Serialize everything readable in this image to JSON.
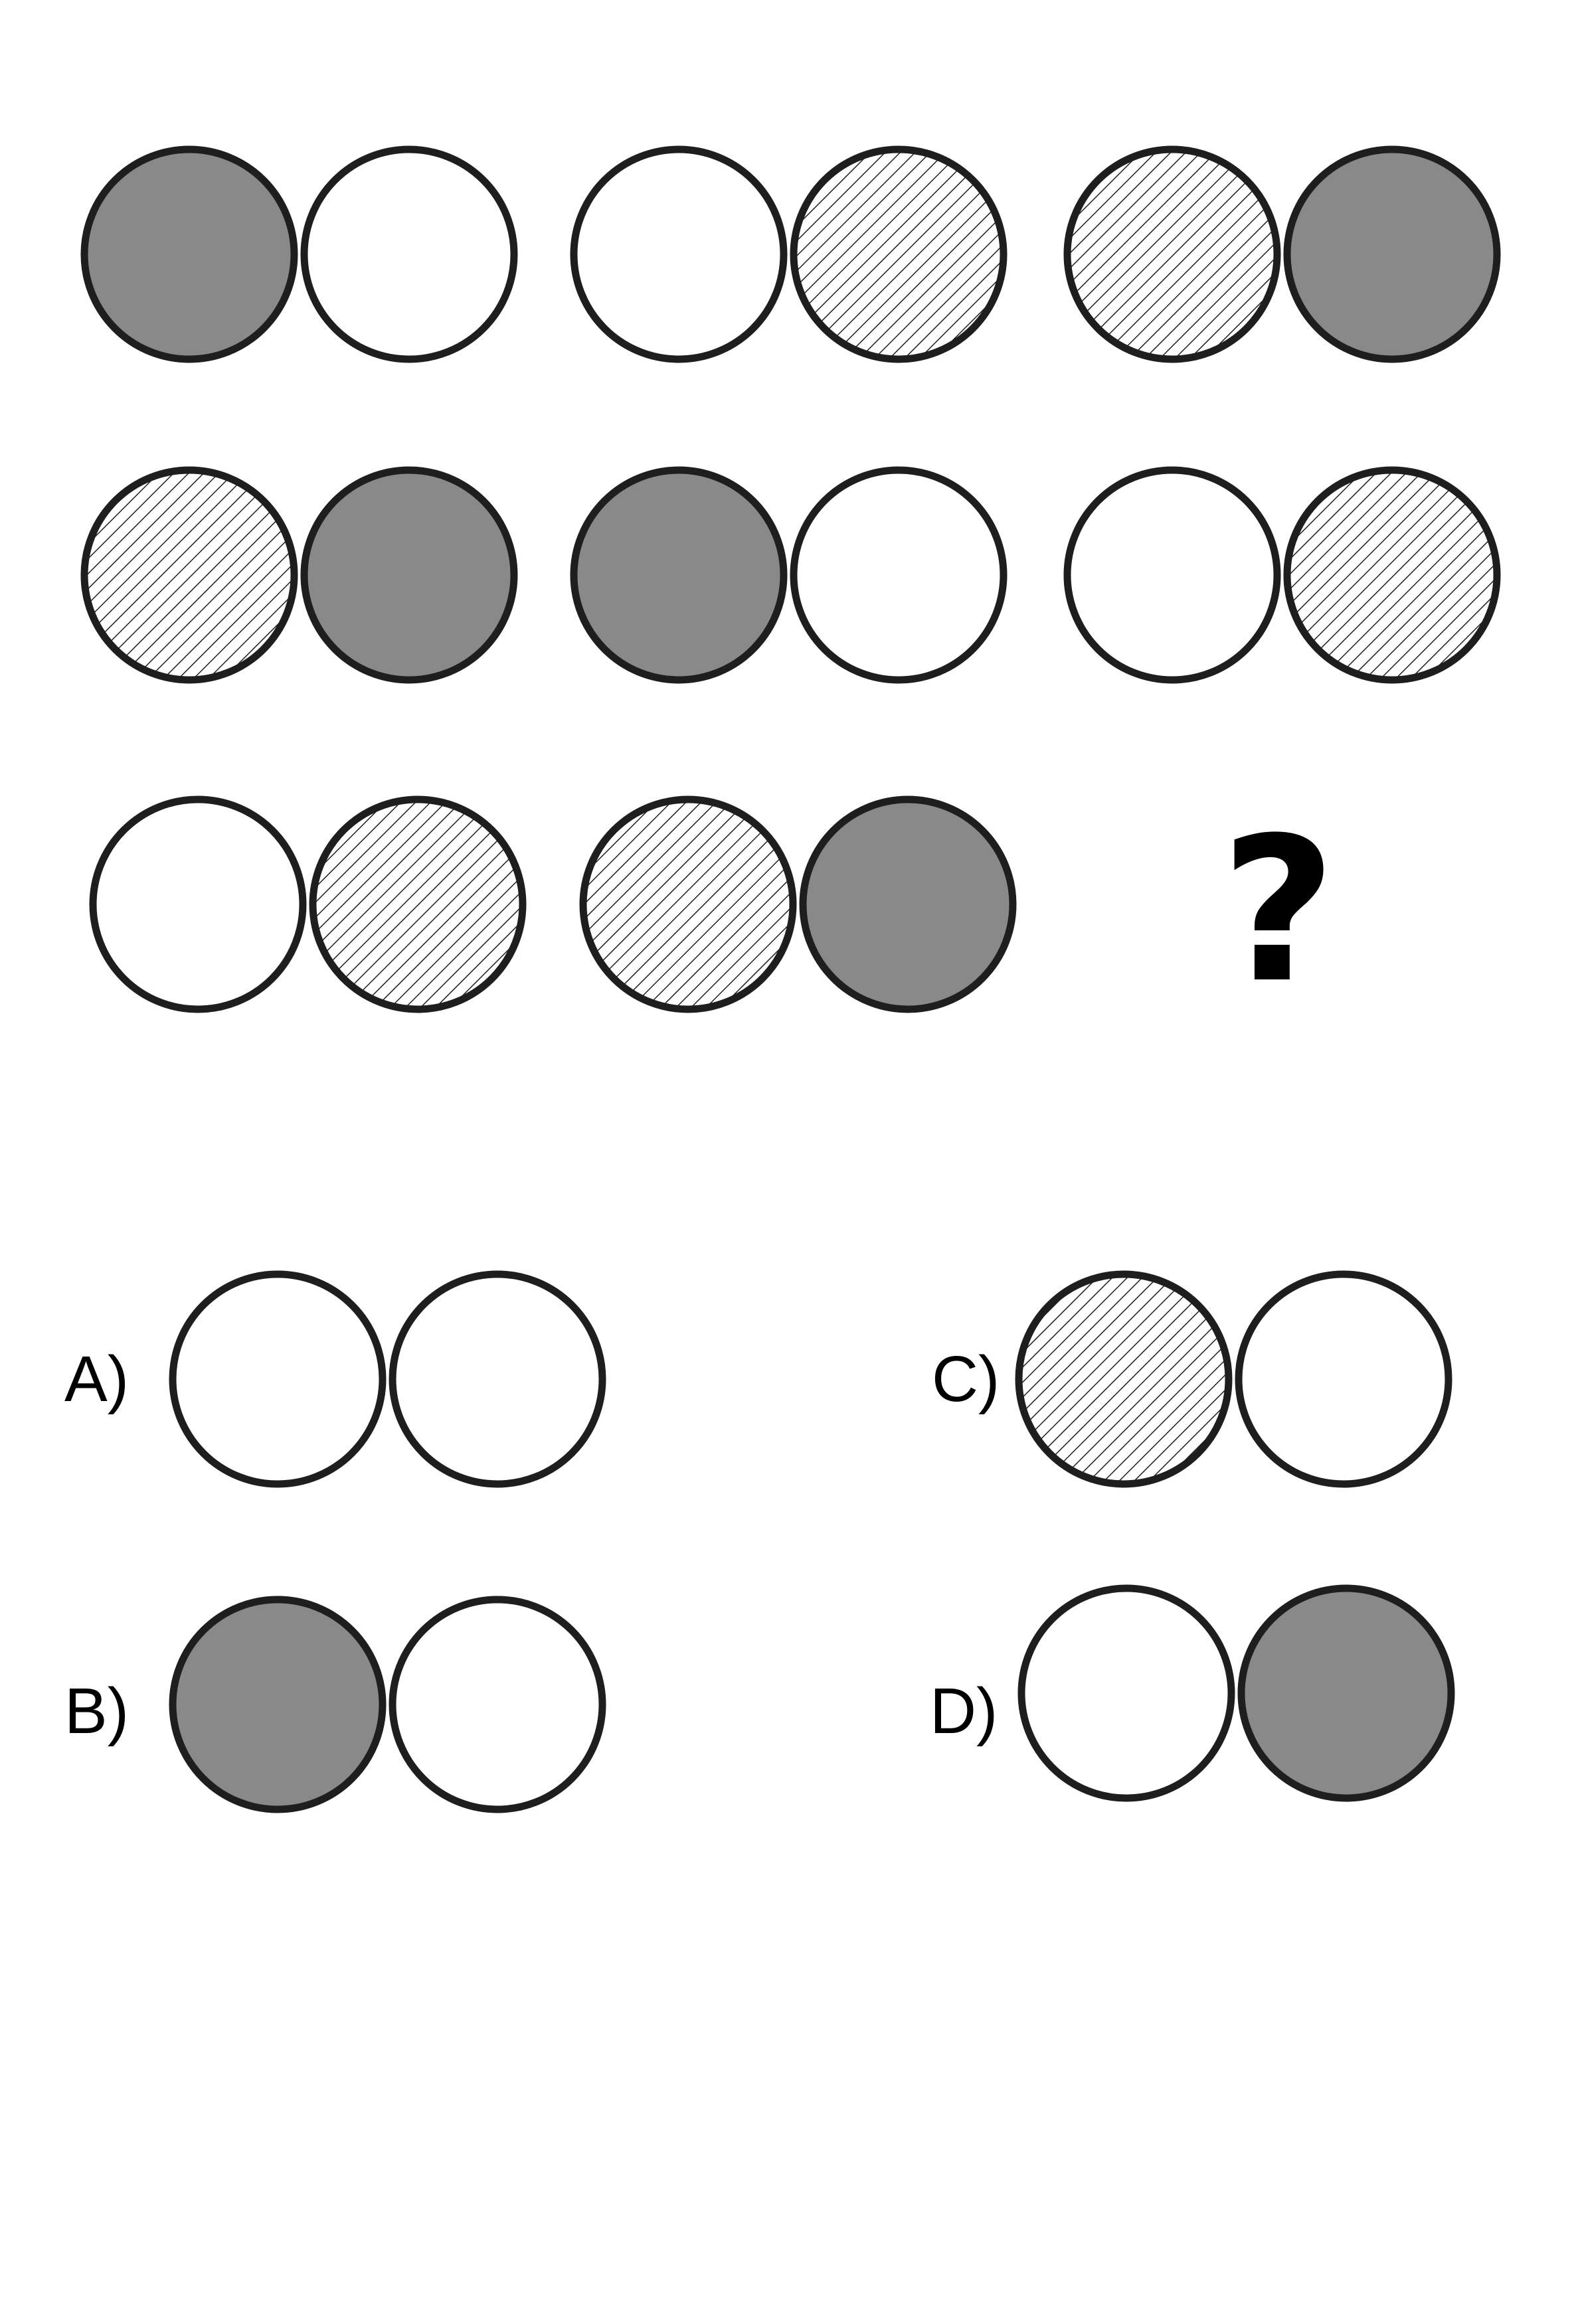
{
  "colors": {
    "background": "#ffffff",
    "outline": "#1e1e1e",
    "solid_fill": "#898989",
    "empty_fill": "#ffffff",
    "hatch_line": "#1e1e1e"
  },
  "fill_types": [
    "solid-gray",
    "empty-white",
    "diagonal-hatch"
  ],
  "matrix": {
    "rows": [
      {
        "cells": [
          {
            "left": "solid-gray",
            "right": "empty-white"
          },
          {
            "left": "empty-white",
            "right": "diagonal-hatch"
          },
          {
            "left": "diagonal-hatch",
            "right": "solid-gray"
          }
        ]
      },
      {
        "cells": [
          {
            "left": "diagonal-hatch",
            "right": "solid-gray"
          },
          {
            "left": "solid-gray",
            "right": "empty-white"
          },
          {
            "left": "empty-white",
            "right": "diagonal-hatch"
          }
        ]
      },
      {
        "cells": [
          {
            "left": "empty-white",
            "right": "diagonal-hatch"
          },
          {
            "left": "diagonal-hatch",
            "right": "solid-gray"
          },
          {
            "missing": true
          }
        ]
      }
    ],
    "missing_cell_text": "?"
  },
  "options": [
    {
      "label": "A)",
      "left": "empty-white",
      "right": "empty-white"
    },
    {
      "label": "B)",
      "left": "solid-gray",
      "right": "empty-white"
    },
    {
      "label": "C)",
      "left": "diagonal-hatch",
      "right": "empty-white"
    },
    {
      "label": "D)",
      "left": "empty-white",
      "right": "solid-gray"
    }
  ]
}
